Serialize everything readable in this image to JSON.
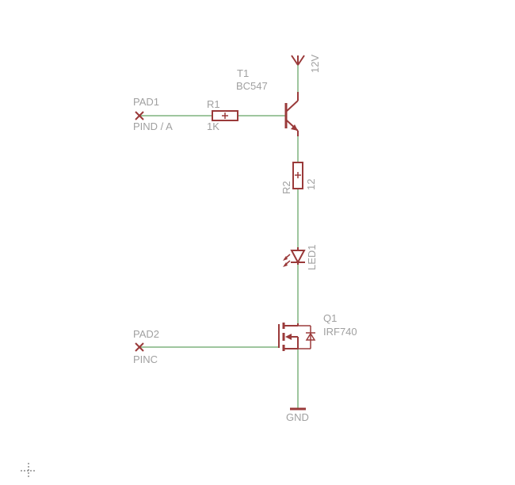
{
  "components": {
    "pad1": {
      "name": "PAD1",
      "net": "PIND / A"
    },
    "pad2": {
      "name": "PAD2",
      "net": "PINC"
    },
    "r1": {
      "name": "R1",
      "value": "1K"
    },
    "r2": {
      "name": "R2",
      "value": "12"
    },
    "t1": {
      "name": "T1",
      "value": "BC547"
    },
    "led1": {
      "name": "LED1"
    },
    "q1": {
      "name": "Q1",
      "value": "IRF740"
    },
    "supply": {
      "label": "12V"
    },
    "ground": {
      "label": "GND"
    }
  },
  "colors": {
    "wire": "#3c8c3c",
    "part": "#9a3a3a",
    "label": "#a0a0a0",
    "background": "#ffffff"
  }
}
